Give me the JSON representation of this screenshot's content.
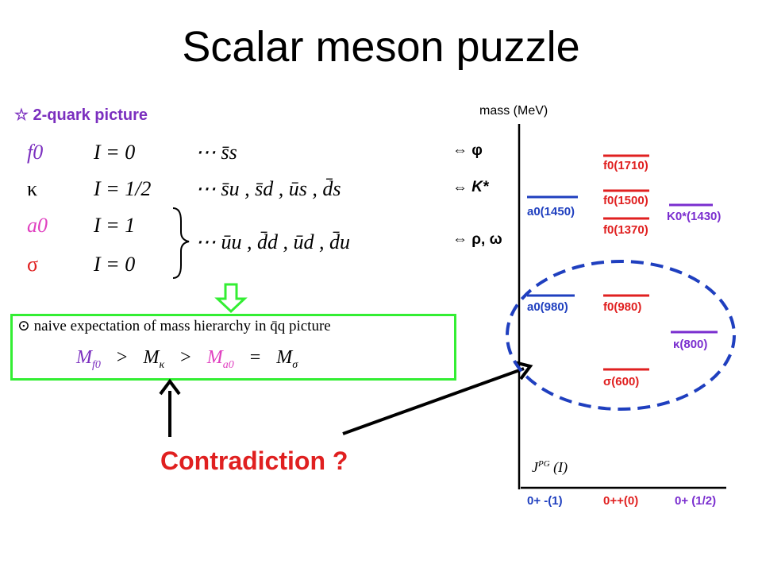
{
  "title": "Scalar meson puzzle",
  "quark_picture": {
    "heading_star": "☆",
    "heading": "2-quark picture",
    "rows": [
      {
        "name": "f0",
        "isospin": "I = 0",
        "content": "⋯ s̄s",
        "partner": "⇔ φ"
      },
      {
        "name": "κ",
        "isospin": "I = 1/2",
        "content": "⋯ s̄u , s̄d , ūs , d̄s",
        "partner": "⇔ K*"
      },
      {
        "name": "a0",
        "isospin": "I = 1",
        "content": "⋯ ūu , d̄d , ūd , d̄u",
        "partner": "⇔ ρ, ω"
      },
      {
        "name": "σ",
        "isospin": "I = 0",
        "content": "",
        "partner": ""
      }
    ],
    "colors": {
      "f0": "#7b2fbf",
      "kappa": "#000000",
      "a0": "#e040c0",
      "sigma": "#e02020"
    }
  },
  "expectation_box": {
    "bullet": "⊙",
    "text": "naive expectation of mass hierarchy in q̄q picture",
    "hierarchy": {
      "m1": "M",
      "s1": "f0",
      "op1": ">",
      "m2": "M",
      "s2": "κ",
      "op2": ">",
      "m3": "M",
      "s3": "a0",
      "op3": "=",
      "m4": "M",
      "s4": "σ"
    }
  },
  "contradiction_label": "Contradiction ?",
  "spectrum": {
    "y_axis_label": "mass (MeV)",
    "jpg_label": "J^PG (I)",
    "columns": [
      "0+ -(1)",
      "0++(0)",
      "0+ (1/2)"
    ],
    "levels": [
      {
        "label": "a0(1450)",
        "color": "#1f3fbf"
      },
      {
        "label": "f0(1710)",
        "color": "#e02020"
      },
      {
        "label": "f0(1500)",
        "color": "#e02020"
      },
      {
        "label": "f0(1370)",
        "color": "#e02020"
      },
      {
        "label": "K0*(1430)",
        "color": "#7a2ecf"
      },
      {
        "label": "a0(980)",
        "color": "#1f3fbf"
      },
      {
        "label": "f0(980)",
        "color": "#e02020"
      },
      {
        "label": "κ(800)",
        "color": "#7a2ecf"
      },
      {
        "label": "σ(600)",
        "color": "#e02020"
      }
    ],
    "ellipse_color": "#1f3fbf"
  },
  "colors": {
    "box_border": "#33ee33",
    "arrow_down": "#33ee33",
    "contradiction": "#e02020"
  }
}
